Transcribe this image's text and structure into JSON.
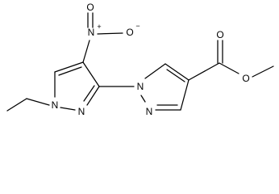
{
  "molecule": {
    "name": "methyl 1-(1-ethyl-4-nitro-1H-pyrazol-3-yl)-1H-pyrazole-4-carboxylate",
    "atoms": {
      "n_ethyl": "N",
      "n_ring1": "N",
      "n_nitro": "N",
      "n_nitro_charge": "+",
      "o_nitro_double": "O",
      "o_nitro_single": "O",
      "o_nitro_charge": "−",
      "n_link": "N",
      "n_ring2": "N",
      "o_carbonyl": "O",
      "o_ester": "O"
    }
  }
}
